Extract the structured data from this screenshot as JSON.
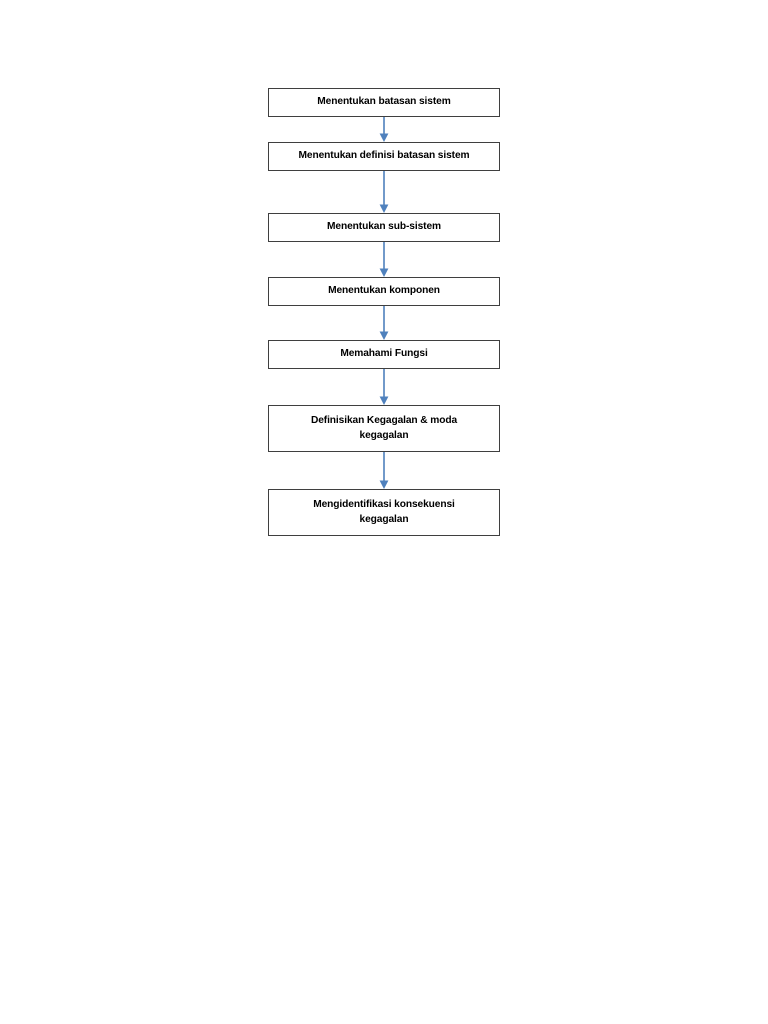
{
  "document": {
    "type": "flowchart",
    "orientation": "vertical",
    "background_color": "#ffffff"
  },
  "style": {
    "box_border_color": "#3f3f3f",
    "box_fill_color": "#ffffff",
    "text_color": "#000000",
    "arrow_color": "#4f81bd"
  },
  "flowchart": {
    "nodes": [
      {
        "id": "node-1",
        "label": "Menentukan batasan sistem",
        "lines": 1
      },
      {
        "id": "node-2",
        "label": "Menentukan definisi batasan sistem",
        "lines": 1
      },
      {
        "id": "node-3",
        "label": "Menentukan sub-sistem",
        "lines": 1
      },
      {
        "id": "node-4",
        "label": "Menentukan komponen",
        "lines": 1
      },
      {
        "id": "node-5",
        "label": "Memahami Fungsi",
        "lines": 1
      },
      {
        "id": "node-6",
        "label": "Definisikan Kegagalan & moda\nkegagalan",
        "lines": 2
      },
      {
        "id": "node-7",
        "label": "Mengidentifikasi konsekuensi\nkegagalan",
        "lines": 2
      }
    ],
    "connectors": [
      {
        "id": "arrow-1",
        "from": "node-1",
        "to": "node-2",
        "length": 25
      },
      {
        "id": "arrow-2",
        "from": "node-2",
        "to": "node-3",
        "length": 42
      },
      {
        "id": "arrow-3",
        "from": "node-3",
        "to": "node-4",
        "length": 35
      },
      {
        "id": "arrow-4",
        "from": "node-4",
        "to": "node-5",
        "length": 34
      },
      {
        "id": "arrow-5",
        "from": "node-5",
        "to": "node-6",
        "length": 36
      },
      {
        "id": "arrow-6",
        "from": "node-6",
        "to": "node-7",
        "length": 37
      }
    ]
  }
}
